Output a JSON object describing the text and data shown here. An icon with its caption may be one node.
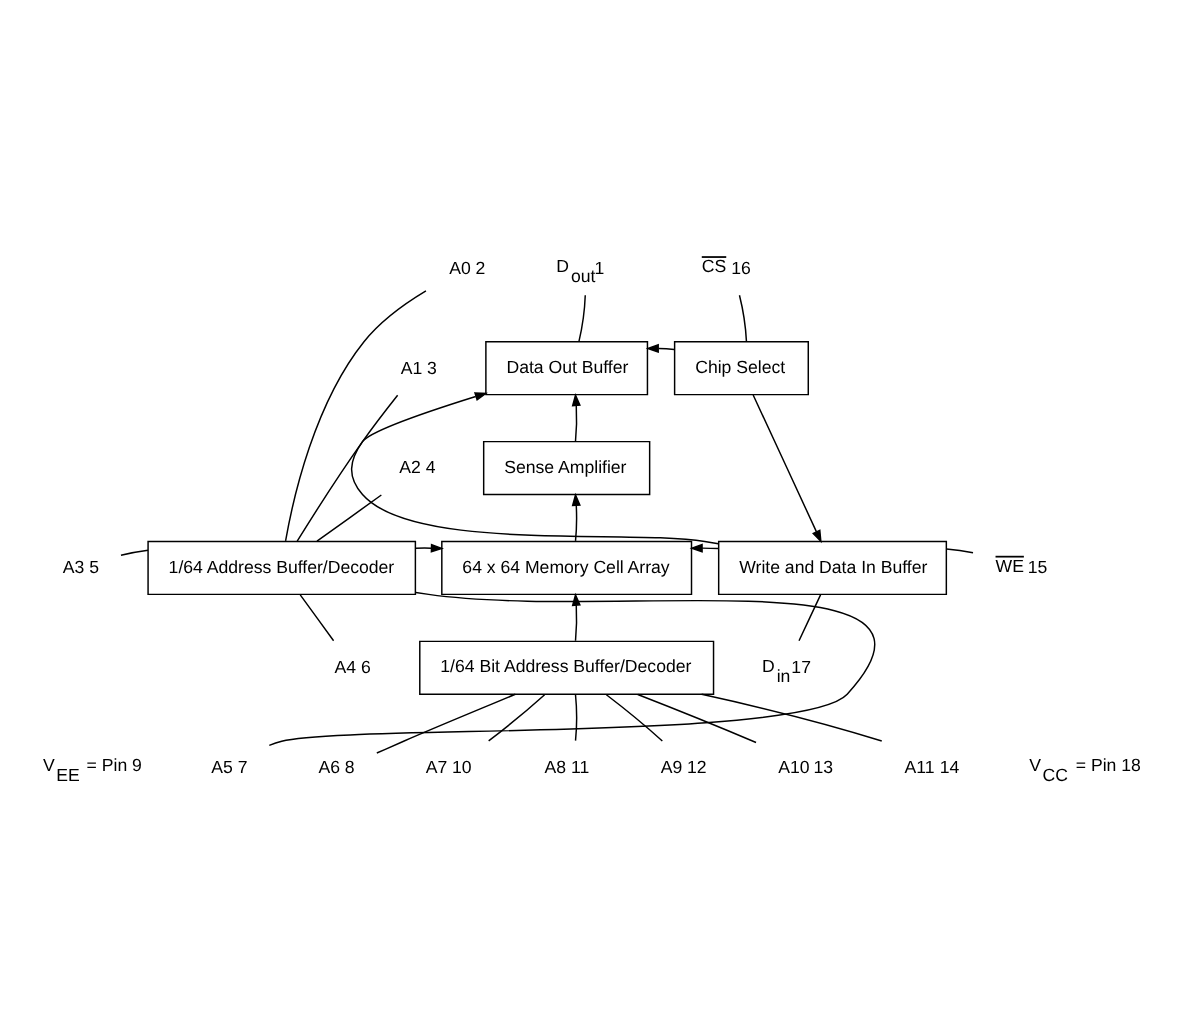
{
  "diagram": {
    "nodes": [
      {
        "text": [
          "D$_{out}$"
        ],
        "beside": [
          "1"
        ]
      },
      {
        "text": [
          "CS"
        ],
        "beside": [
          "16"
        ]
      },
      {
        "text": [
          "Data Out Buffer"
        ]
      },
      {
        "text": [
          "Chip Select"
        ]
      },
      {
        "text": [
          "Sense Amplifier"
        ]
      },
      {
        "text": [
          "A0"
        ],
        "beside": [
          "2"
        ]
      },
      {
        "text": [
          "A1"
        ],
        "beside": [
          "3"
        ]
      },
      {
        "text": [
          "A2"
        ],
        "beside": [
          "4"
        ]
      },
      {
        "text": [
          "A3"
        ],
        "beside": [
          "5"
        ]
      },
      {
        "text": [
          "A4"
        ],
        "beside": [
          "6"
        ]
      },
      {
        "text": [
          "A5"
        ],
        "beside": [
          "7"
        ]
      },
      {
        "text": [
          "1/64 Address Buffer/Decoder"
        ]
      },
      {
        "text": [
          "64 x 64 Memory Cell Array"
        ]
      },
      {
        "text": [
          "Write and Data In Buffer"
        ]
      },
      {
        "text": [
          "WE"
        ],
        "beside": [
          "15"
        ]
      },
      {
        "text": [
          "D$_{in}$"
        ],
        "beside": [
          "17"
        ]
      },
      {
        "text": [
          "1/64 Bit Address Buffer/Decoder"
        ]
      },
      {
        "text": [
          "A6"
        ],
        "beside": [
          "8"
        ]
      },
      {
        "text": [
          "A7"
        ],
        "beside": [
          "10"
        ]
      },
      {
        "text": [
          "A8"
        ],
        "beside": [
          "11"
        ]
      },
      {
        "text": [
          "A9"
        ],
        "beside": [
          "12"
        ]
      },
      {
        "text": [
          "A10"
        ],
        "beside": [
          "13"
        ]
      },
      {
        "text": [
          "A11"
        ],
        "beside": [
          "14"
        ]
      }
    ],
    "edges": [
      {
        "from": 2,
        "to": 0,
        "arrow": "none"
      },
      {
        "from": 1,
        "to": 3,
        "arrow": "none"
      },
      {
        "from": 3,
        "to": 2,
        "arrow": "to"
      },
      {
        "from": 4,
        "to": 2,
        "arrow": "to"
      },
      {
        "from": 13,
        "to": 2,
        "arrow": "to"
      },
      {
        "from": 3,
        "to": 13,
        "arrow": "to"
      },
      {
        "from": 12,
        "to": 4,
        "arrow": "to"
      },
      {
        "from": 11,
        "to": 12,
        "arrow": "to"
      },
      {
        "from": 13,
        "to": 12,
        "arrow": "to"
      },
      {
        "from": 16,
        "to": 12,
        "arrow": "to"
      },
      {
        "from": 5,
        "to": 11,
        "arrow": "none"
      },
      {
        "from": 6,
        "to": 11,
        "arrow": "none"
      },
      {
        "from": 7,
        "to": 11,
        "arrow": "none"
      },
      {
        "from": 8,
        "to": 11,
        "arrow": "none"
      },
      {
        "from": 9,
        "to": 11,
        "arrow": "none"
      },
      {
        "from": 10,
        "to": 11,
        "arrow": "none"
      },
      {
        "from": 14,
        "to": 13,
        "arrow": "none"
      },
      {
        "from": 15,
        "to": 13,
        "arrow": "none"
      },
      {
        "from": 17,
        "to": 16,
        "arrow": "none"
      },
      {
        "from": 18,
        "to": 16,
        "arrow": "none"
      },
      {
        "from": 19,
        "to": 16,
        "arrow": "none"
      },
      {
        "from": 20,
        "to": 16,
        "arrow": "none"
      },
      {
        "from": 21,
        "to": 16,
        "arrow": "none"
      },
      {
        "from": 22,
        "to": 16,
        "arrow": "none"
      }
    ],
    "labels": [
      "V$_{EE}$ = Pin 9",
      "V$_{CC}$ = Pin 18"
    ]
  }
}
